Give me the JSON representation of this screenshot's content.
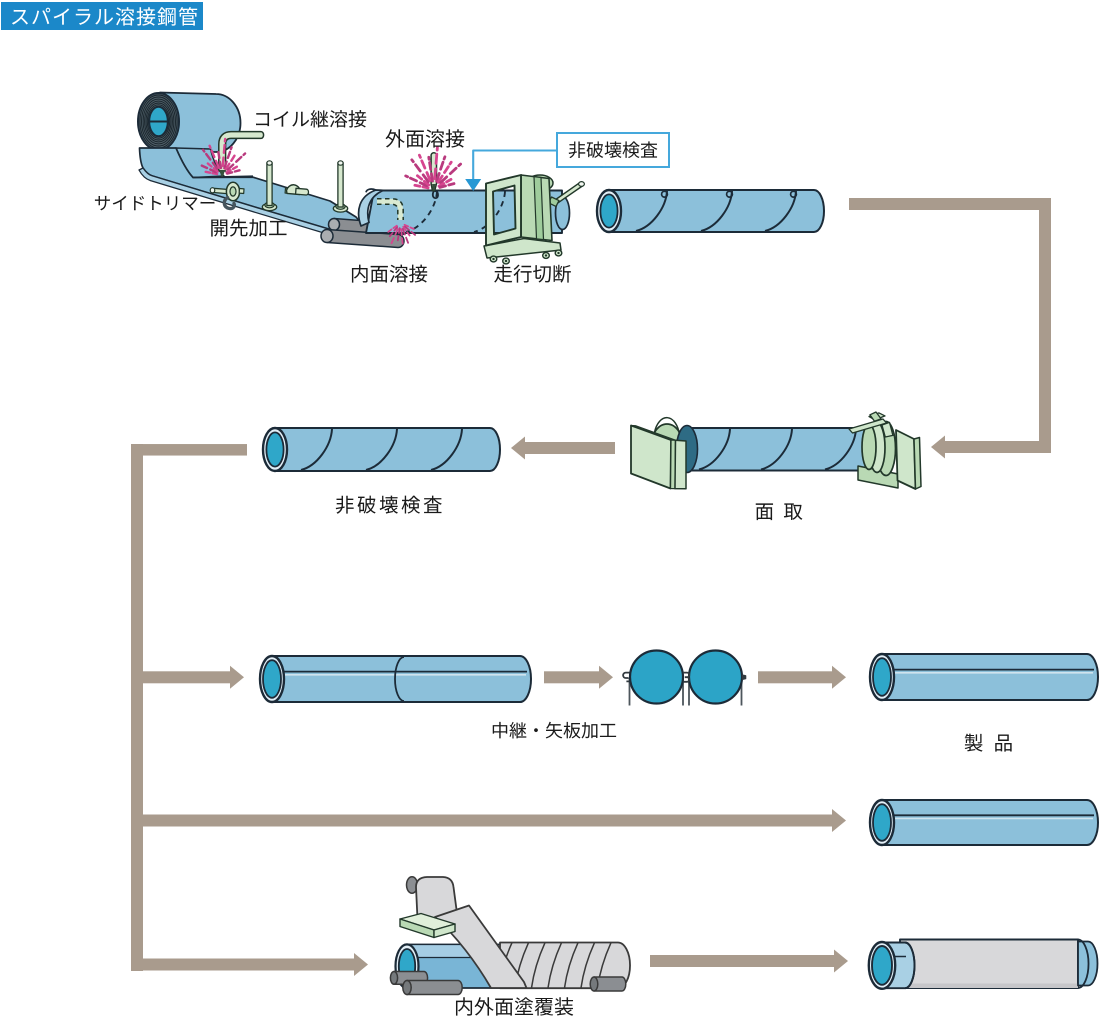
{
  "title": "スパイラル溶接鋼管",
  "stage_top": {
    "coil_joint_weld": "コイル継溶接",
    "outer_weld": "外面溶接",
    "ndt_callout": "非破壊検査",
    "side_trimmer": "サイドトリマー",
    "bevel_processing": "開先加工",
    "inner_weld": "内面溶接",
    "travel_cutting": "走行切断"
  },
  "stage_inspection": {
    "ndt": "非破壊検査",
    "chamfering": "面 取"
  },
  "stage_processing": {
    "relay_sheet_pile": "中継・矢板加工",
    "product": "製 品"
  },
  "stage_coating": {
    "coating": "内外面塗覆装"
  },
  "colors": {
    "title_background": "#1b88c9",
    "title_text": "#ffffff",
    "flow_line": "#a99b8d",
    "pipe_blue": "#8cc0da",
    "pipe_bore_teal": "#2fa7c9",
    "sheet_pile_teal": "#2ca4c7",
    "machine_green": "#cfe6cb",
    "weld_spark_pink": "#d6458f",
    "callout_blue": "#45a8dc",
    "coating_gray": "#d8d8da",
    "label_text": "#1a1a1a"
  }
}
